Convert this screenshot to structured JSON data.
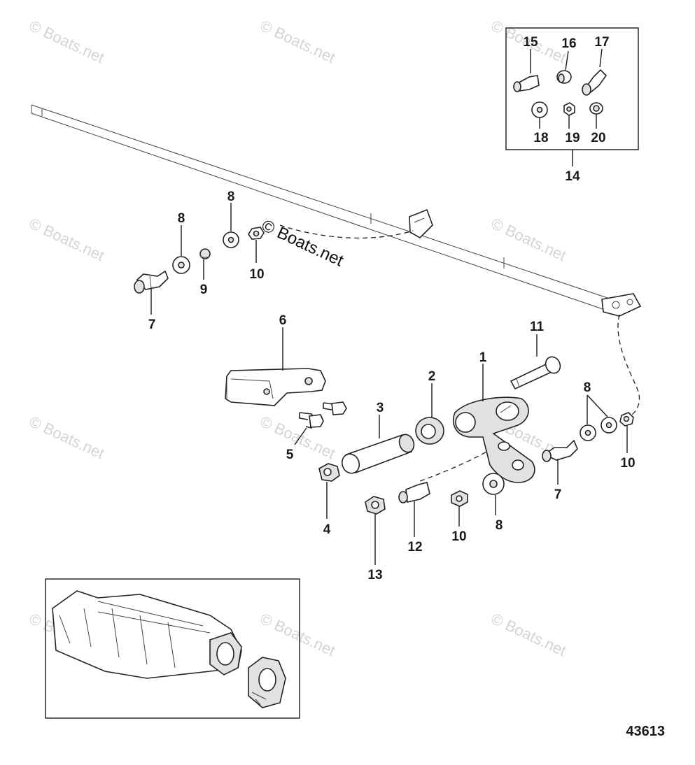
{
  "watermark": "© Boats.net",
  "figure_number": "43613",
  "kit_label": "14",
  "kit_parts": [
    "15",
    "16",
    "17",
    "18",
    "19",
    "20"
  ],
  "callouts": {
    "c1": "1",
    "c2": "2",
    "c3": "3",
    "c4": "4",
    "c5": "5",
    "c6": "6",
    "c7a": "7",
    "c7b": "7",
    "c8a": "8",
    "c8b": "8",
    "c8c": "8",
    "c8d": "8",
    "c9": "9",
    "c10a": "10",
    "c10b": "10",
    "c10c": "10",
    "c11": "11",
    "c12": "12",
    "c13": "13"
  }
}
